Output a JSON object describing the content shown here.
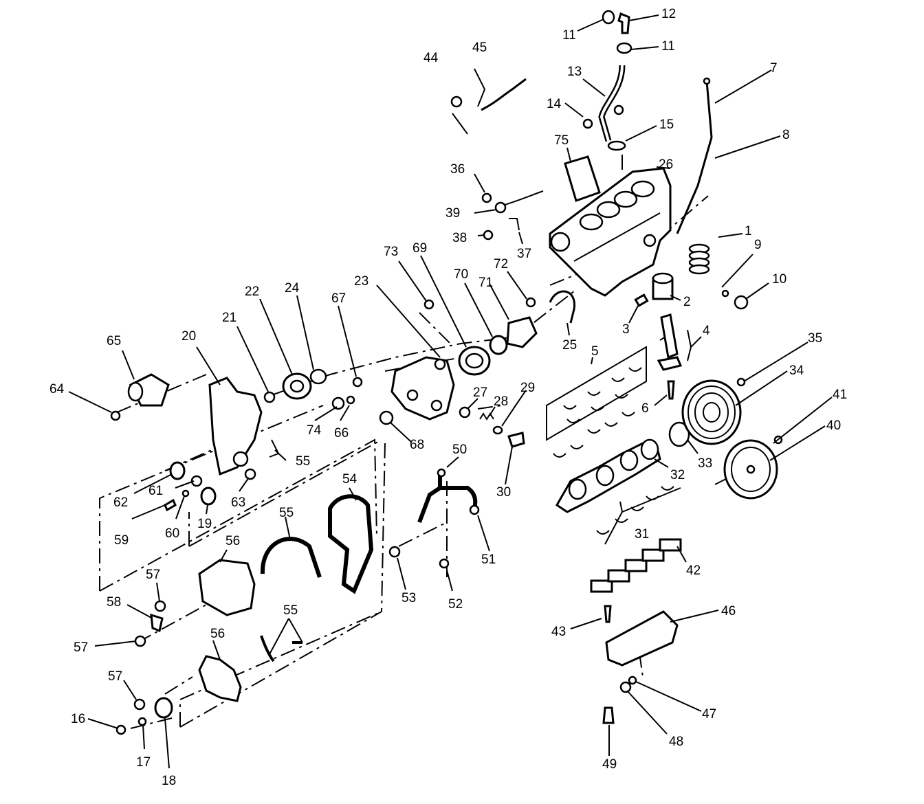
{
  "diagram": {
    "callouts": [
      {
        "id": "c1",
        "label": "1"
      },
      {
        "id": "c2",
        "label": "2"
      },
      {
        "id": "c3",
        "label": "3"
      },
      {
        "id": "c4",
        "label": "4"
      },
      {
        "id": "c5",
        "label": "5"
      },
      {
        "id": "c6",
        "label": "6"
      },
      {
        "id": "c7",
        "label": "7"
      },
      {
        "id": "c8",
        "label": "8"
      },
      {
        "id": "c9",
        "label": "9"
      },
      {
        "id": "c10",
        "label": "10"
      },
      {
        "id": "c11a",
        "label": "11"
      },
      {
        "id": "c11b",
        "label": "11"
      },
      {
        "id": "c12",
        "label": "12"
      },
      {
        "id": "c13",
        "label": "13"
      },
      {
        "id": "c14",
        "label": "14"
      },
      {
        "id": "c15",
        "label": "15"
      },
      {
        "id": "c16",
        "label": "16"
      },
      {
        "id": "c17",
        "label": "17"
      },
      {
        "id": "c18",
        "label": "18"
      },
      {
        "id": "c19",
        "label": "19"
      },
      {
        "id": "c20",
        "label": "20"
      },
      {
        "id": "c21",
        "label": "21"
      },
      {
        "id": "c22",
        "label": "22"
      },
      {
        "id": "c23",
        "label": "23"
      },
      {
        "id": "c24",
        "label": "24"
      },
      {
        "id": "c25",
        "label": "25"
      },
      {
        "id": "c26",
        "label": "26"
      },
      {
        "id": "c27",
        "label": "27"
      },
      {
        "id": "c28",
        "label": "28"
      },
      {
        "id": "c29",
        "label": "29"
      },
      {
        "id": "c30",
        "label": "30"
      },
      {
        "id": "c31",
        "label": "31"
      },
      {
        "id": "c32",
        "label": "32"
      },
      {
        "id": "c33",
        "label": "33"
      },
      {
        "id": "c34",
        "label": "34"
      },
      {
        "id": "c35",
        "label": "35"
      },
      {
        "id": "c36",
        "label": "36"
      },
      {
        "id": "c37",
        "label": "37"
      },
      {
        "id": "c38",
        "label": "38"
      },
      {
        "id": "c39",
        "label": "39"
      },
      {
        "id": "c40",
        "label": "40"
      },
      {
        "id": "c41",
        "label": "41"
      },
      {
        "id": "c42",
        "label": "42"
      },
      {
        "id": "c43",
        "label": "43"
      },
      {
        "id": "c44",
        "label": "44"
      },
      {
        "id": "c45",
        "label": "45"
      },
      {
        "id": "c46",
        "label": "46"
      },
      {
        "id": "c47",
        "label": "47"
      },
      {
        "id": "c48",
        "label": "48"
      },
      {
        "id": "c49",
        "label": "49"
      },
      {
        "id": "c50",
        "label": "50"
      },
      {
        "id": "c51",
        "label": "51"
      },
      {
        "id": "c52",
        "label": "52"
      },
      {
        "id": "c53",
        "label": "53"
      },
      {
        "id": "c54",
        "label": "54"
      },
      {
        "id": "c55a",
        "label": "55"
      },
      {
        "id": "c55b",
        "label": "55"
      },
      {
        "id": "c55c",
        "label": "55"
      },
      {
        "id": "c56a",
        "label": "56"
      },
      {
        "id": "c56b",
        "label": "56"
      },
      {
        "id": "c57a",
        "label": "57"
      },
      {
        "id": "c57b",
        "label": "57"
      },
      {
        "id": "c57c",
        "label": "57"
      },
      {
        "id": "c58",
        "label": "58"
      },
      {
        "id": "c59",
        "label": "59"
      },
      {
        "id": "c60",
        "label": "60"
      },
      {
        "id": "c61",
        "label": "61"
      },
      {
        "id": "c62",
        "label": "62"
      },
      {
        "id": "c63",
        "label": "63"
      },
      {
        "id": "c64",
        "label": "64"
      },
      {
        "id": "c65",
        "label": "65"
      },
      {
        "id": "c66",
        "label": "66"
      },
      {
        "id": "c67",
        "label": "67"
      },
      {
        "id": "c68",
        "label": "68"
      },
      {
        "id": "c69",
        "label": "69"
      },
      {
        "id": "c70",
        "label": "70"
      },
      {
        "id": "c71",
        "label": "71"
      },
      {
        "id": "c72",
        "label": "72"
      },
      {
        "id": "c73",
        "label": "73"
      },
      {
        "id": "c74",
        "label": "74"
      },
      {
        "id": "c75",
        "label": "75"
      }
    ]
  }
}
